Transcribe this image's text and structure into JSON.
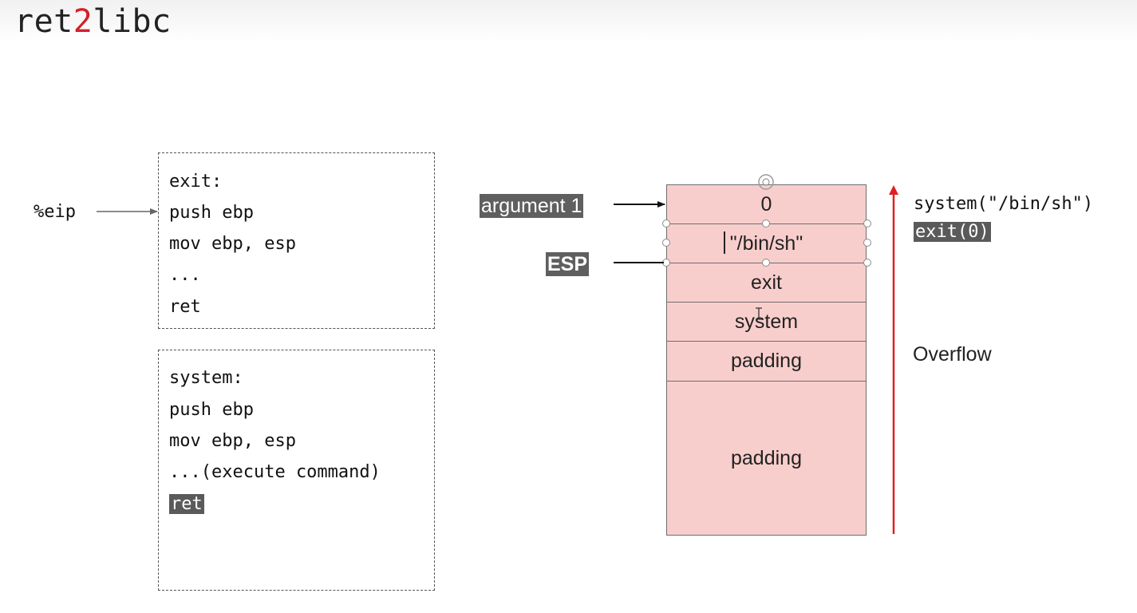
{
  "title": {
    "prefix": "ret",
    "middle": "2",
    "suffix": "libc"
  },
  "eip_label": "%eip",
  "exit_code": [
    "exit:",
    "push ebp",
    "mov ebp, esp",
    "...",
    "ret"
  ],
  "system_code": [
    "system:",
    "push ebp",
    "mov ebp, esp",
    "...(execute command)"
  ],
  "system_ret": "ret",
  "stack": [
    "0",
    "\"/bin/sh\"",
    "exit",
    "system",
    "padding",
    "padding"
  ],
  "labels": {
    "argument": "argument 1",
    "esp": "ESP"
  },
  "right": {
    "call1": "system(\"/bin/sh\")",
    "call2": "exit(0)",
    "overflow": "Overflow"
  },
  "colors": {
    "stack_fill": "#f8cecc",
    "overflow_arrow": "#e02020",
    "title_accent": "#d2202a",
    "highlight": "#5a5a5a"
  }
}
